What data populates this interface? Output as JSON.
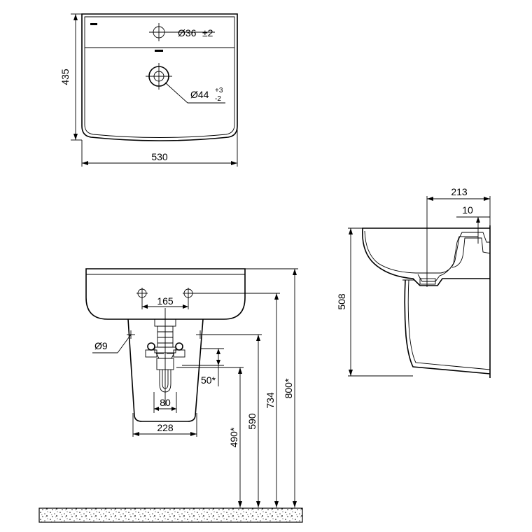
{
  "top_view": {
    "height_label": "435",
    "width_label": "530",
    "tap_hole": {
      "diameter": "Ø36",
      "tolerance": "±2"
    },
    "drain_hole": {
      "diameter": "Ø44",
      "tol_plus": "+3",
      "tol_minus": "-2"
    }
  },
  "front_view": {
    "tap_spacing": "165",
    "fixing_hole": "Ø9",
    "trap_offset": "50*",
    "trap_width": "80",
    "pedestal_width": "228",
    "height_490": "490*",
    "height_590": "590",
    "height_734": "734",
    "height_800": "800*"
  },
  "side_view": {
    "depth_label": "213",
    "rim_label": "10",
    "height_label": "508"
  }
}
